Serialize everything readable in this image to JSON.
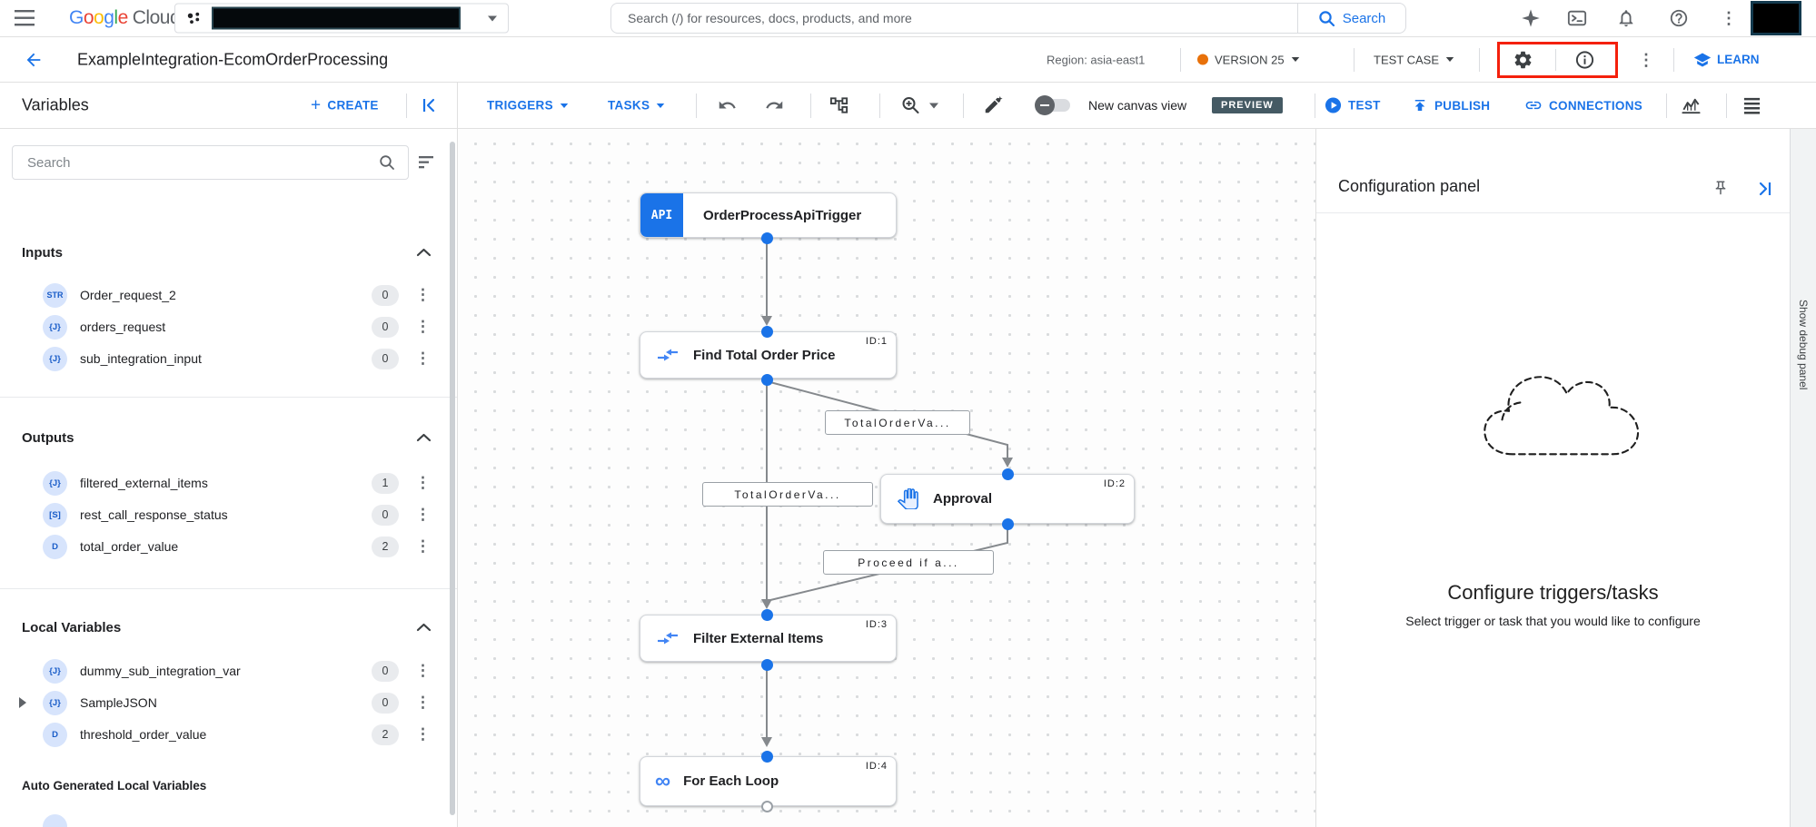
{
  "colors": {
    "accent": "#1a73e8",
    "icon_gray": "#5f6368",
    "version_dot": "#e8710a",
    "preview_badge_bg": "#455a64",
    "highlight_red": "#f4200c",
    "node_icon_blue": "#4285f4"
  },
  "icons": {
    "plus": "+",
    "kebab": "⋮",
    "loop": "∞"
  },
  "topbar": {
    "brand_letters": [
      "G",
      "o",
      "o",
      "g",
      "l",
      "e"
    ],
    "brand_suffix": "Cloud",
    "search_placeholder": "Search (/) for resources, docs, products, and more",
    "search_button": "Search"
  },
  "header": {
    "title": "ExampleIntegration-EcomOrderProcessing",
    "region": "Region: asia-east1",
    "version": "VERSION 25",
    "test_case": "TEST CASE",
    "learn": "LEARN"
  },
  "toolbar": {
    "panel_title": "Variables",
    "create": "CREATE",
    "triggers": "TRIGGERS",
    "tasks": "TASKS",
    "canvas_view": "New canvas view",
    "preview": "PREVIEW",
    "test": "TEST",
    "publish": "PUBLISH",
    "connections": "CONNECTIONS"
  },
  "sidebar": {
    "search_placeholder": "Search",
    "sections": [
      {
        "title": "Inputs",
        "items": [
          {
            "type": "STR",
            "name": "Order_request_2",
            "count": "0"
          },
          {
            "type": "{J}",
            "name": "orders_request",
            "count": "0"
          },
          {
            "type": "{J}",
            "name": "sub_integration_input",
            "count": "0"
          }
        ]
      },
      {
        "title": "Outputs",
        "items": [
          {
            "type": "{J}",
            "name": "filtered_external_items",
            "count": "1"
          },
          {
            "type": "[S]",
            "name": "rest_call_response_status",
            "count": "0"
          },
          {
            "type": "D",
            "name": "total_order_value",
            "count": "2"
          }
        ]
      },
      {
        "title": "Local Variables",
        "items": [
          {
            "type": "{J}",
            "name": "dummy_sub_integration_var",
            "count": "0"
          },
          {
            "type": "{J}",
            "name": "SampleJSON",
            "count": "0"
          },
          {
            "type": "D",
            "name": "threshold_order_value",
            "count": "2"
          }
        ]
      }
    ],
    "auto_generated_title": "Auto Generated Local Variables"
  },
  "canvas": {
    "nodes": [
      {
        "icon_label": "API",
        "title": "OrderProcessApiTrigger"
      },
      {
        "title": "Find Total Order Price",
        "id": "ID:1"
      },
      {
        "title": "Approval",
        "id": "ID:2"
      },
      {
        "title": "Filter External Items",
        "id": "ID:3"
      },
      {
        "title": "For Each Loop",
        "id": "ID:4"
      }
    ],
    "edge_labels": [
      "TotalOrderVa...",
      "TotalOrderVa...",
      "Proceed if a..."
    ]
  },
  "config_panel": {
    "title": "Configuration panel",
    "empty_title": "Configure triggers/tasks",
    "empty_subtitle": "Select trigger or task that you would like to configure"
  },
  "debug": {
    "label": "Show debug panel"
  }
}
